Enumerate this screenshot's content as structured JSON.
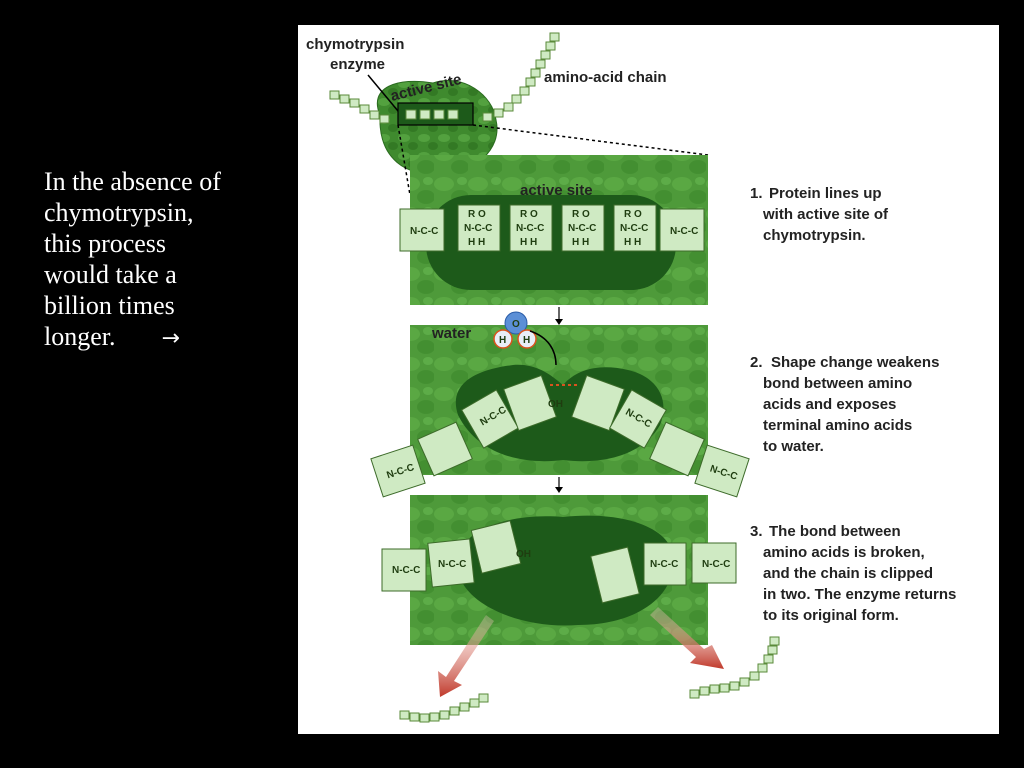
{
  "slide": {
    "text_lines": [
      "In the absence of",
      "chymotrypsin,",
      "this process",
      "would take a",
      "billion times",
      "longer."
    ],
    "arrow": "→"
  },
  "diagram": {
    "enzyme_label_1": "chymotrypsin",
    "enzyme_label_2": "enzyme",
    "active_site_label": "active site",
    "chain_label": "amino-acid chain",
    "panel1_active_site": "active site",
    "water_label": "water",
    "water_o": "O",
    "water_h": "H",
    "chain_end_label": "N-C-C",
    "residue_n": "N-C-C",
    "residue_r": "R O",
    "residue_h": "H H",
    "oh_label": "OH",
    "steps": [
      {
        "num": "1.",
        "lines": [
          "Protein lines up",
          "with active site of",
          "chymotrypsin."
        ]
      },
      {
        "num": "2.",
        "lines": [
          "Shape change weakens",
          "bond between amino",
          "acids and exposes",
          "terminal amino acids",
          "to water."
        ]
      },
      {
        "num": "3.",
        "lines": [
          "The bond between",
          "amino acids is broken,",
          "and the chain is clipped",
          "in two. The enzyme returns",
          "to its original form."
        ]
      }
    ]
  },
  "colors": {
    "background": "#000000",
    "panel_green": "#4e9a3a",
    "pocket_green": "#1d5a1a",
    "residue_fill": "#cfeac3",
    "bond_orange": "#d9531e",
    "arrow_red": "#c0392b"
  }
}
